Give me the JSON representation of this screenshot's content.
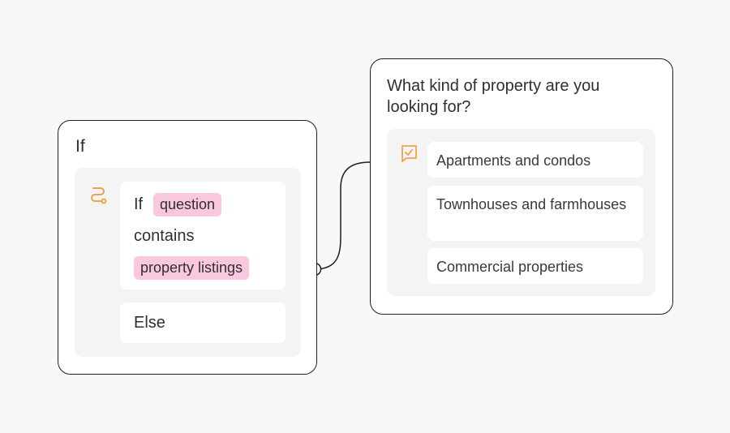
{
  "if_block": {
    "title": "If",
    "condition": {
      "keyword": "If",
      "variable": "question",
      "operator": "contains",
      "value": "property listings"
    },
    "else_label": "Else",
    "icon": "route-icon"
  },
  "question_block": {
    "title": "What kind of property are you looking for?",
    "icon": "choice-icon",
    "options": [
      "Apartments and condos",
      "Townhouses and farmhouses",
      "Commercial properties"
    ]
  },
  "colors": {
    "accent_orange": "#f0a24a",
    "chip_pink": "#f9c8df",
    "card_border": "#1f1f22",
    "panel_bg": "#f4f4f5",
    "page_bg": "#f8f8f9"
  }
}
